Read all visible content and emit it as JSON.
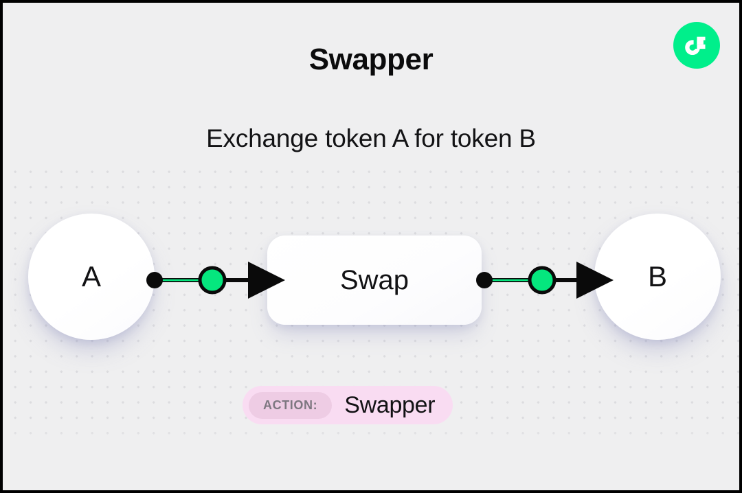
{
  "header": {
    "title": "Swapper",
    "subtitle": "Exchange token A for token B",
    "logo": {
      "name": "flow-logo-icon",
      "bg_color": "#00ef8b",
      "mark_color": "#ffffff"
    }
  },
  "graph": {
    "nodes": [
      {
        "id": "a",
        "label": "A",
        "shape": "circle"
      },
      {
        "id": "swap",
        "label": "Swap",
        "shape": "rounded-rect"
      },
      {
        "id": "b",
        "label": "B",
        "shape": "circle"
      }
    ],
    "edges": [
      {
        "from": "a",
        "to": "swap",
        "marker": "arrow",
        "midpoint_color": "#05e77e",
        "line_color": "#0a0a0a"
      },
      {
        "from": "swap",
        "to": "b",
        "marker": "arrow",
        "midpoint_color": "#05e77e",
        "line_color": "#0a0a0a"
      }
    ],
    "handle_color": "#0a0a0a",
    "background": {
      "color": "#efeff0",
      "dot_color": "#dcdcdf",
      "dot_spacing": 22
    }
  },
  "action_badge": {
    "key": "ACTION:",
    "value": "Swapper",
    "bg_color": "#f9dcf2",
    "key_bg_color": "#eecce4",
    "key_text_color": "#7d7780"
  }
}
